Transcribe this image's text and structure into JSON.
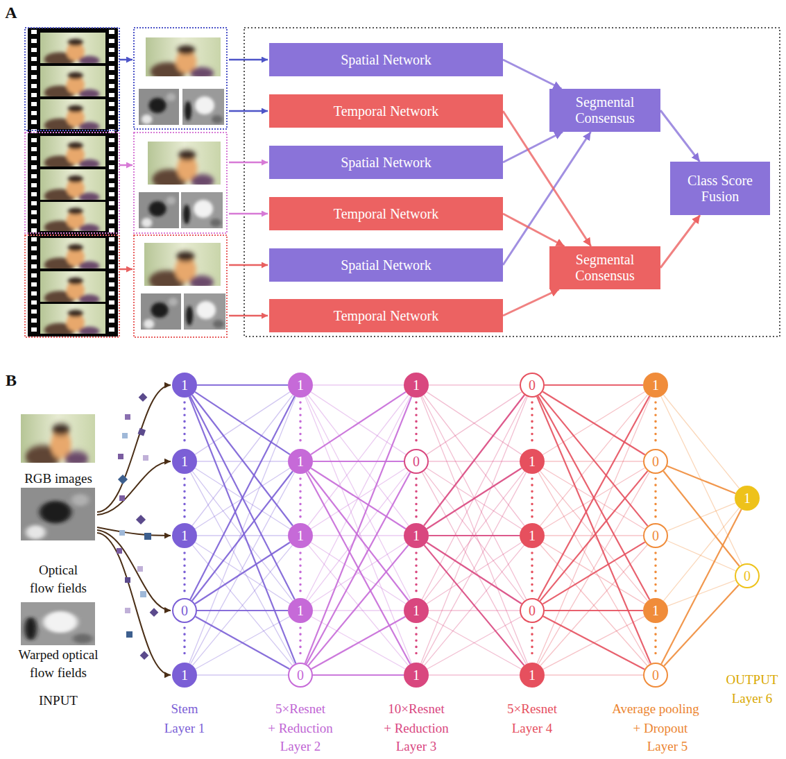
{
  "diagram": {
    "nodes": [
      {
        "text": [
          "Spatial Network"
        ]
      },
      {
        "text": [
          "Temporal Network"
        ]
      },
      {
        "text": [
          "Spatial Network"
        ]
      },
      {
        "text": [
          "Temporal Network"
        ]
      },
      {
        "text": [
          "Spatial Network"
        ]
      },
      {
        "text": [
          "Temporal Network"
        ]
      },
      {
        "text": [
          "Segmental Consensus"
        ]
      },
      {
        "text": [
          "Segmental Consensus"
        ]
      },
      {
        "text": [
          "Class Score Fusion"
        ]
      },
      {
        "text": [
          "1"
        ]
      },
      {
        "text": [
          "1"
        ]
      },
      {
        "text": [
          "1"
        ]
      },
      {
        "text": [
          "0"
        ]
      },
      {
        "text": [
          "1"
        ]
      },
      {
        "text": [
          "1"
        ]
      },
      {
        "text": [
          "1"
        ]
      },
      {
        "text": [
          "1"
        ]
      },
      {
        "text": [
          "1"
        ]
      },
      {
        "text": [
          "0"
        ]
      },
      {
        "text": [
          "1"
        ]
      },
      {
        "text": [
          "0"
        ]
      },
      {
        "text": [
          "1"
        ]
      },
      {
        "text": [
          "1"
        ]
      },
      {
        "text": [
          "1"
        ]
      },
      {
        "text": [
          "0"
        ]
      },
      {
        "text": [
          "1"
        ]
      },
      {
        "text": [
          "1"
        ]
      },
      {
        "text": [
          "0"
        ]
      },
      {
        "text": [
          "1"
        ]
      },
      {
        "text": [
          "1"
        ]
      },
      {
        "text": [
          "0"
        ]
      },
      {
        "text": [
          "0"
        ]
      },
      {
        "text": [
          "1"
        ]
      },
      {
        "text": [
          "0"
        ]
      },
      {
        "text": [
          "1"
        ]
      },
      {
        "text": [
          "0"
        ]
      }
    ],
    "edges": [
      {
        "from": 0,
        "to": 6,
        "arrow": "to"
      },
      {
        "from": 2,
        "to": 6,
        "arrow": "to"
      },
      {
        "from": 4,
        "to": 6,
        "arrow": "to"
      },
      {
        "from": 1,
        "to": 7,
        "arrow": "to"
      },
      {
        "from": 3,
        "to": 7,
        "arrow": "to"
      },
      {
        "from": 5,
        "to": 7,
        "arrow": "to"
      },
      {
        "from": 6,
        "to": 8,
        "arrow": "to"
      },
      {
        "from": 7,
        "to": 8,
        "arrow": "to"
      },
      {
        "from": 9,
        "to": 14,
        "arrow": "none"
      },
      {
        "from": 9,
        "to": 15,
        "arrow": "none"
      },
      {
        "from": 9,
        "to": 16,
        "arrow": "none"
      },
      {
        "from": 9,
        "to": 17,
        "arrow": "none"
      },
      {
        "from": 9,
        "to": 18,
        "arrow": "none"
      },
      {
        "from": 10,
        "to": 14,
        "arrow": "none"
      },
      {
        "from": 10,
        "to": 15,
        "arrow": "none"
      },
      {
        "from": 10,
        "to": 16,
        "arrow": "none"
      },
      {
        "from": 10,
        "to": 17,
        "arrow": "none"
      },
      {
        "from": 10,
        "to": 18,
        "arrow": "none"
      },
      {
        "from": 11,
        "to": 14,
        "arrow": "none"
      },
      {
        "from": 11,
        "to": 15,
        "arrow": "none"
      },
      {
        "from": 11,
        "to": 16,
        "arrow": "none"
      },
      {
        "from": 11,
        "to": 17,
        "arrow": "none"
      },
      {
        "from": 11,
        "to": 18,
        "arrow": "none"
      },
      {
        "from": 12,
        "to": 14,
        "arrow": "none"
      },
      {
        "from": 12,
        "to": 15,
        "arrow": "none"
      },
      {
        "from": 12,
        "to": 16,
        "arrow": "none"
      },
      {
        "from": 12,
        "to": 17,
        "arrow": "none"
      },
      {
        "from": 12,
        "to": 18,
        "arrow": "none"
      },
      {
        "from": 13,
        "to": 14,
        "arrow": "none"
      },
      {
        "from": 13,
        "to": 15,
        "arrow": "none"
      },
      {
        "from": 13,
        "to": 16,
        "arrow": "none"
      },
      {
        "from": 13,
        "to": 17,
        "arrow": "none"
      },
      {
        "from": 13,
        "to": 18,
        "arrow": "none"
      },
      {
        "from": 14,
        "to": 19,
        "arrow": "none"
      },
      {
        "from": 14,
        "to": 20,
        "arrow": "none"
      },
      {
        "from": 14,
        "to": 21,
        "arrow": "none"
      },
      {
        "from": 14,
        "to": 22,
        "arrow": "none"
      },
      {
        "from": 14,
        "to": 23,
        "arrow": "none"
      },
      {
        "from": 15,
        "to": 19,
        "arrow": "none"
      },
      {
        "from": 15,
        "to": 20,
        "arrow": "none"
      },
      {
        "from": 15,
        "to": 21,
        "arrow": "none"
      },
      {
        "from": 15,
        "to": 22,
        "arrow": "none"
      },
      {
        "from": 15,
        "to": 23,
        "arrow": "none"
      },
      {
        "from": 16,
        "to": 19,
        "arrow": "none"
      },
      {
        "from": 16,
        "to": 20,
        "arrow": "none"
      },
      {
        "from": 16,
        "to": 21,
        "arrow": "none"
      },
      {
        "from": 16,
        "to": 22,
        "arrow": "none"
      },
      {
        "from": 16,
        "to": 23,
        "arrow": "none"
      },
      {
        "from": 17,
        "to": 19,
        "arrow": "none"
      },
      {
        "from": 17,
        "to": 20,
        "arrow": "none"
      },
      {
        "from": 17,
        "to": 21,
        "arrow": "none"
      },
      {
        "from": 17,
        "to": 22,
        "arrow": "none"
      },
      {
        "from": 17,
        "to": 23,
        "arrow": "none"
      },
      {
        "from": 18,
        "to": 19,
        "arrow": "none"
      },
      {
        "from": 18,
        "to": 20,
        "arrow": "none"
      },
      {
        "from": 18,
        "to": 21,
        "arrow": "none"
      },
      {
        "from": 18,
        "to": 22,
        "arrow": "none"
      },
      {
        "from": 18,
        "to": 23,
        "arrow": "none"
      },
      {
        "from": 19,
        "to": 24,
        "arrow": "none"
      },
      {
        "from": 19,
        "to": 25,
        "arrow": "none"
      },
      {
        "from": 19,
        "to": 26,
        "arrow": "none"
      },
      {
        "from": 19,
        "to": 27,
        "arrow": "none"
      },
      {
        "from": 19,
        "to": 28,
        "arrow": "none"
      },
      {
        "from": 20,
        "to": 24,
        "arrow": "none"
      },
      {
        "from": 20,
        "to": 25,
        "arrow": "none"
      },
      {
        "from": 20,
        "to": 26,
        "arrow": "none"
      },
      {
        "from": 20,
        "to": 27,
        "arrow": "none"
      },
      {
        "from": 20,
        "to": 28,
        "arrow": "none"
      },
      {
        "from": 21,
        "to": 24,
        "arrow": "none"
      },
      {
        "from": 21,
        "to": 25,
        "arrow": "none"
      },
      {
        "from": 21,
        "to": 26,
        "arrow": "none"
      },
      {
        "from": 21,
        "to": 27,
        "arrow": "none"
      },
      {
        "from": 21,
        "to": 28,
        "arrow": "none"
      },
      {
        "from": 22,
        "to": 24,
        "arrow": "none"
      },
      {
        "from": 22,
        "to": 25,
        "arrow": "none"
      },
      {
        "from": 22,
        "to": 26,
        "arrow": "none"
      },
      {
        "from": 22,
        "to": 27,
        "arrow": "none"
      },
      {
        "from": 22,
        "to": 28,
        "arrow": "none"
      },
      {
        "from": 23,
        "to": 24,
        "arrow": "none"
      },
      {
        "from": 23,
        "to": 25,
        "arrow": "none"
      },
      {
        "from": 23,
        "to": 26,
        "arrow": "none"
      },
      {
        "from": 23,
        "to": 27,
        "arrow": "none"
      },
      {
        "from": 23,
        "to": 28,
        "arrow": "none"
      },
      {
        "from": 24,
        "to": 29,
        "arrow": "none"
      },
      {
        "from": 24,
        "to": 30,
        "arrow": "none"
      },
      {
        "from": 24,
        "to": 31,
        "arrow": "none"
      },
      {
        "from": 24,
        "to": 32,
        "arrow": "none"
      },
      {
        "from": 24,
        "to": 33,
        "arrow": "none"
      },
      {
        "from": 25,
        "to": 29,
        "arrow": "none"
      },
      {
        "from": 25,
        "to": 30,
        "arrow": "none"
      },
      {
        "from": 25,
        "to": 31,
        "arrow": "none"
      },
      {
        "from": 25,
        "to": 32,
        "arrow": "none"
      },
      {
        "from": 25,
        "to": 33,
        "arrow": "none"
      },
      {
        "from": 26,
        "to": 29,
        "arrow": "none"
      },
      {
        "from": 26,
        "to": 30,
        "arrow": "none"
      },
      {
        "from": 26,
        "to": 31,
        "arrow": "none"
      },
      {
        "from": 26,
        "to": 32,
        "arrow": "none"
      },
      {
        "from": 26,
        "to": 33,
        "arrow": "none"
      },
      {
        "from": 27,
        "to": 29,
        "arrow": "none"
      },
      {
        "from": 27,
        "to": 30,
        "arrow": "none"
      },
      {
        "from": 27,
        "to": 31,
        "arrow": "none"
      },
      {
        "from": 27,
        "to": 32,
        "arrow": "none"
      },
      {
        "from": 27,
        "to": 33,
        "arrow": "none"
      },
      {
        "from": 28,
        "to": 29,
        "arrow": "none"
      },
      {
        "from": 28,
        "to": 30,
        "arrow": "none"
      },
      {
        "from": 28,
        "to": 31,
        "arrow": "none"
      },
      {
        "from": 28,
        "to": 32,
        "arrow": "none"
      },
      {
        "from": 28,
        "to": 33,
        "arrow": "none"
      },
      {
        "from": 29,
        "to": 34,
        "arrow": "none"
      },
      {
        "from": 29,
        "to": 35,
        "arrow": "none"
      },
      {
        "from": 30,
        "to": 34,
        "arrow": "none"
      },
      {
        "from": 30,
        "to": 35,
        "arrow": "none"
      },
      {
        "from": 31,
        "to": 34,
        "arrow": "none"
      },
      {
        "from": 31,
        "to": 35,
        "arrow": "none"
      },
      {
        "from": 32,
        "to": 34,
        "arrow": "none"
      },
      {
        "from": 32,
        "to": 35,
        "arrow": "none"
      },
      {
        "from": 33,
        "to": 34,
        "arrow": "none"
      },
      {
        "from": 33,
        "to": 35,
        "arrow": "none"
      }
    ],
    "labels": [
      "A",
      "B",
      "RGB images",
      "Optical",
      "flow fields",
      "Warped optical",
      "flow fields",
      "INPUT",
      "Stem",
      "Layer 1",
      "5×Resnet",
      "+ Reduction",
      "Layer 2",
      "10×Resnet",
      "+ Reduction",
      "Layer 3",
      "5×Resnet",
      "Layer 4",
      "Average pooling",
      "+ Dropout",
      "Layer 5",
      "OUTPUT",
      "Layer 6"
    ]
  }
}
